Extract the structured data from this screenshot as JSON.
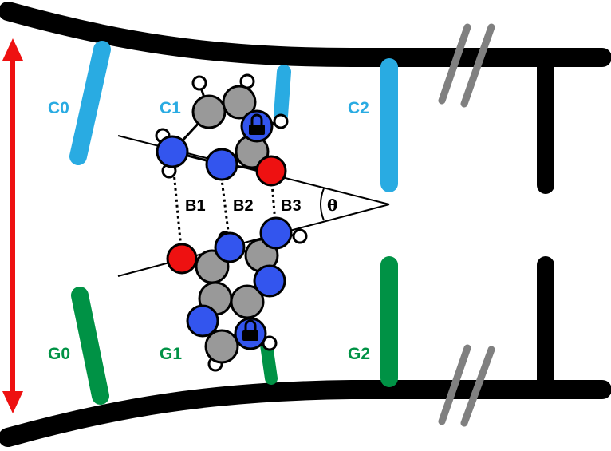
{
  "colors": {
    "backbone": "#000000",
    "cytosine": "#29abe2",
    "guanine": "#009245",
    "arrow": "#ee1111",
    "carbon": "#999999",
    "nitrogen": "#3355ee",
    "oxygen": "#ee1111",
    "hydrogen": "#ffffff",
    "break_mark": "#808080"
  },
  "labels": {
    "c0": "C0",
    "c1": "C1",
    "c2": "C2",
    "g0": "G0",
    "g1": "G1",
    "g2": "G2",
    "b1": "B1",
    "b2": "B2",
    "b3": "B3",
    "theta": "θ"
  },
  "icons": {
    "lock_top": "lock-icon",
    "lock_bottom": "lock-icon"
  }
}
